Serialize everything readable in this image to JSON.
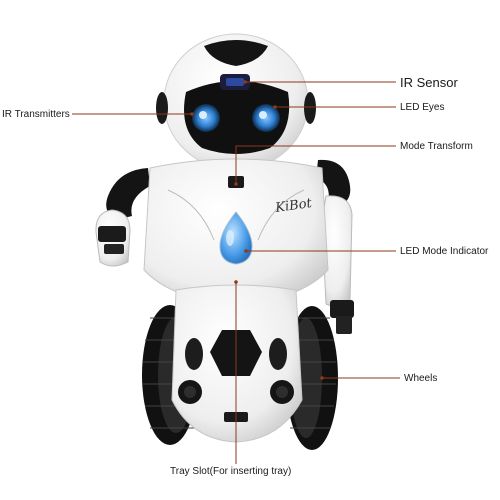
{
  "labels": {
    "ir_sensor": "IR Sensor",
    "ir_transmitters": "IR Transmitters",
    "led_eyes": "LED Eyes",
    "mode_transform": "Mode Transform",
    "led_mode_indicator": "LED Mode Indicator",
    "wheels": "Wheels",
    "tray_slot": "Tray Slot(For inserting tray)"
  },
  "logo_text": "KiBot",
  "colors": {
    "leader_line": "#8b3a1a",
    "led_blue": "#4a9de8",
    "body_white": "#f7f7f7",
    "body_black": "#161616"
  }
}
